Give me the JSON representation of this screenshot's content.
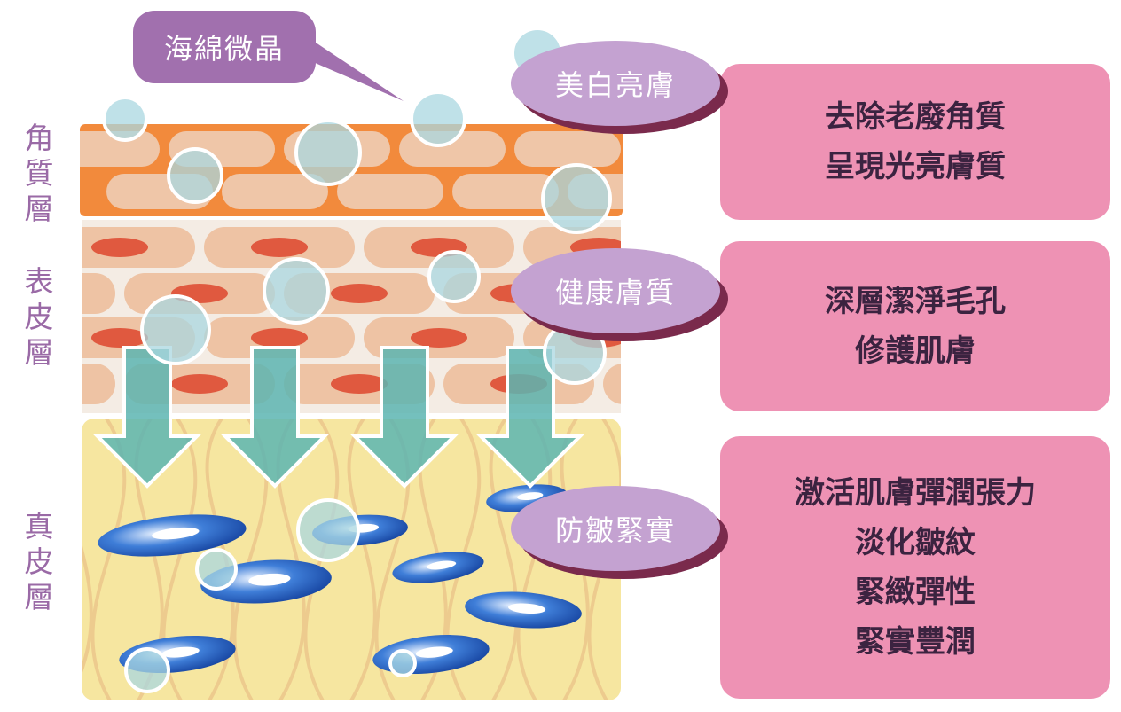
{
  "callout": {
    "label": "海綿微晶"
  },
  "layers": [
    {
      "id": "stratum-corneum",
      "chars": [
        "角",
        "質",
        "層"
      ]
    },
    {
      "id": "epidermis",
      "chars": [
        "表",
        "皮",
        "層"
      ]
    },
    {
      "id": "dermis",
      "chars": [
        "真",
        "皮",
        "層"
      ]
    }
  ],
  "benefits": [
    {
      "title": "美白亮膚",
      "lines": [
        "去除老廢角質",
        "呈現光亮膚質"
      ]
    },
    {
      "title": "健康膚質",
      "lines": [
        "深層潔淨毛孔",
        "修護肌膚"
      ]
    },
    {
      "title": "防皺緊實",
      "lines": [
        "激活肌膚彈潤張力",
        "淡化皺紋",
        "緊緻彈性",
        "緊實豐潤"
      ]
    }
  ],
  "colors": {
    "corneum_orange": "#f28a3c",
    "epidermis_cell": "#eec3a4",
    "cell_nucleus": "#e0593f",
    "dermis_yellow": "#f6e6a0",
    "arrow_teal": "#5cb5b2",
    "panel_pink": "#ee92b4",
    "oval_purple": "#c4a2d1",
    "callout_purple": "#a170ae",
    "label_purple": "#9a6aa6"
  }
}
